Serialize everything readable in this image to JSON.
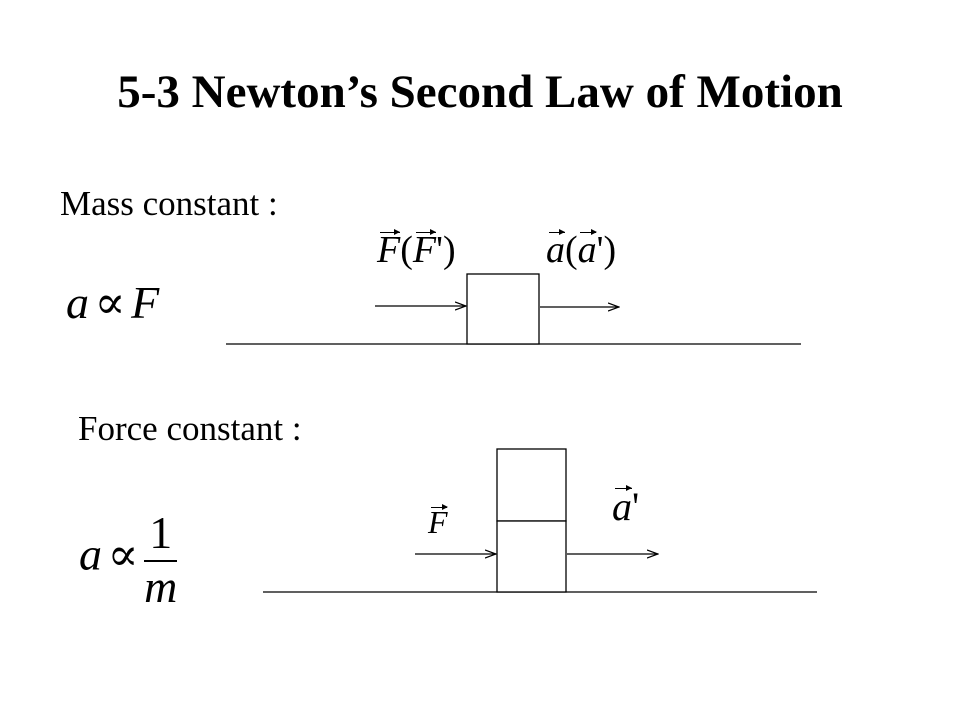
{
  "slide": {
    "title": "5-3 Newton’s Second Law of Motion"
  },
  "mass_constant": {
    "heading": "Mass constant :",
    "relation": {
      "lhs": "a",
      "symbol": "∝",
      "rhs": "F"
    },
    "force_label": {
      "vector": "F",
      "open": "(",
      "vector2": "F",
      "prime": "'",
      "close": ")"
    },
    "accel_label": {
      "vector": "a",
      "open": "(",
      "vector2": "a",
      "prime": "'",
      "close": ")"
    },
    "block_count": 1
  },
  "force_constant": {
    "heading": "Force constant :",
    "relation": {
      "lhs": "a",
      "symbol": "∝",
      "numerator": "1",
      "denominator": "m"
    },
    "force_label": {
      "vector": "F"
    },
    "accel_label": {
      "vector": "a",
      "prime": "'"
    },
    "block_count": 2
  },
  "colors": {
    "background": "#ffffff",
    "ink": "#000000"
  }
}
